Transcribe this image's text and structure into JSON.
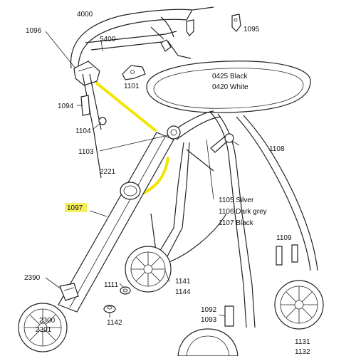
{
  "diagram": {
    "labels": [
      {
        "id": "4000",
        "text": "4000"
      },
      {
        "id": "1096",
        "text": "1096"
      },
      {
        "id": "1095",
        "text": "1095"
      },
      {
        "id": "5400",
        "text": "5400"
      },
      {
        "id": "1101",
        "text": "1101"
      },
      {
        "id": "0425",
        "text": "0425 Black"
      },
      {
        "id": "0420",
        "text": "0420 White"
      },
      {
        "id": "1094",
        "text": "1094"
      },
      {
        "id": "1104",
        "text": "1104"
      },
      {
        "id": "1108",
        "text": "1108"
      },
      {
        "id": "1103",
        "text": "1103"
      },
      {
        "id": "2221",
        "text": "2221"
      },
      {
        "id": "1105",
        "text": "1105  Silver"
      },
      {
        "id": "1106",
        "text": "1106  Dark grey"
      },
      {
        "id": "1107",
        "text": "1107  Black"
      },
      {
        "id": "1097",
        "text": "1097"
      },
      {
        "id": "1109",
        "text": "1109"
      },
      {
        "id": "2390",
        "text": "2390"
      },
      {
        "id": "1111",
        "text": "1111"
      },
      {
        "id": "1141",
        "text": "1141"
      },
      {
        "id": "1144",
        "text": "1144"
      },
      {
        "id": "1142",
        "text": "1142"
      },
      {
        "id": "1092",
        "text": "1092"
      },
      {
        "id": "1093",
        "text": "1093"
      },
      {
        "id": "2300",
        "text": "2300"
      },
      {
        "id": "2301",
        "text": "2301"
      },
      {
        "id": "1131",
        "text": "1131"
      },
      {
        "id": "1132",
        "text": "1132"
      }
    ],
    "highlight_color": "#f2e600"
  }
}
